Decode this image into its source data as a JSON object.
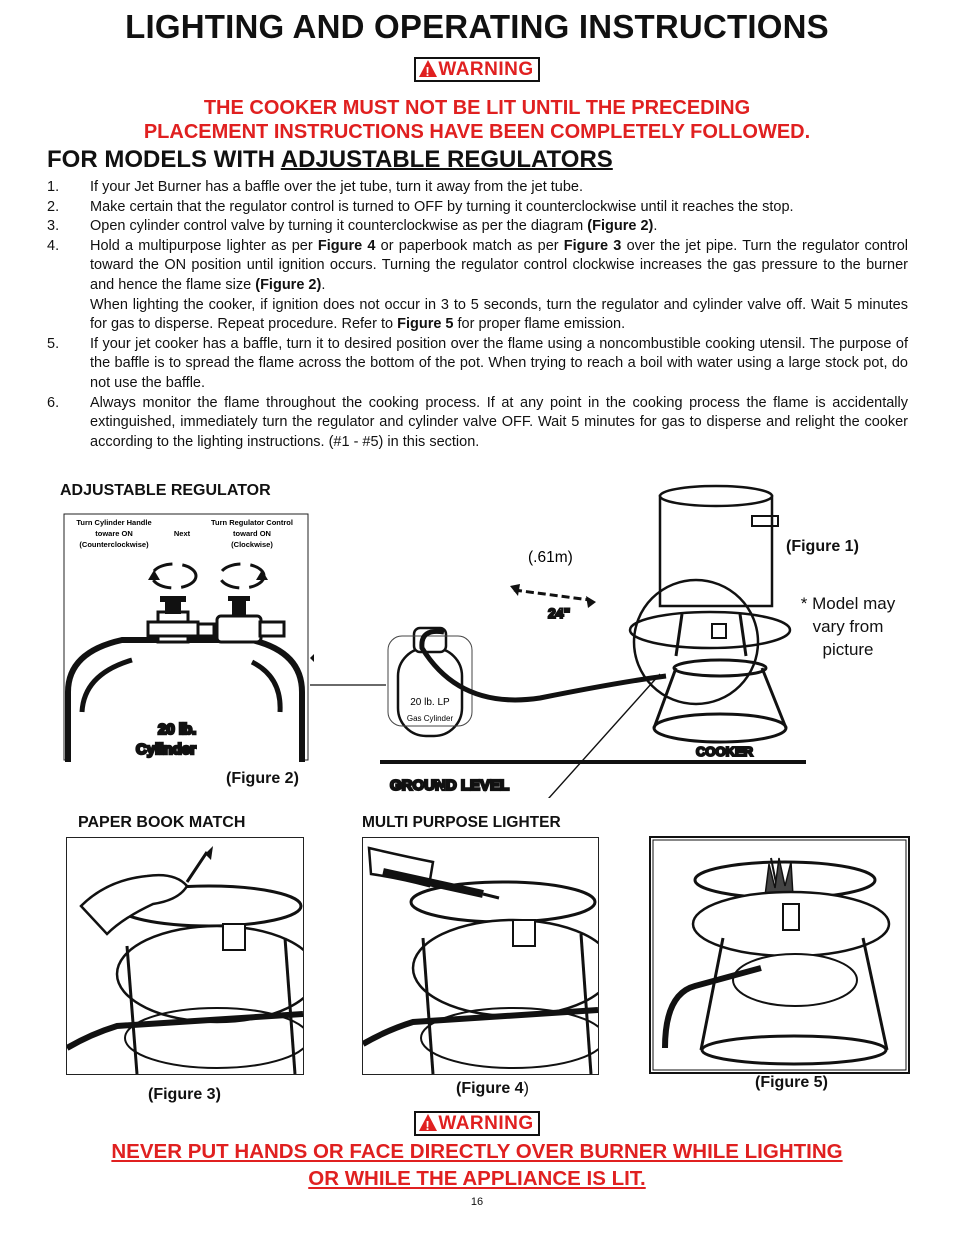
{
  "title": "LIGHTING AND OPERATING INSTRUCTIONS",
  "warning_label": "WARNING",
  "red_notice": [
    "THE COOKER MUST NOT BE LIT UNTIL THE PRECEDING",
    "PLACEMENT INSTRUCTIONS HAVE BEEN COMPLETELY FOLLOWED."
  ],
  "section_heading_prefix": "FOR MODELS WITH ",
  "section_heading_underlined": "ADJUSTABLE REGULATORS",
  "steps": [
    {
      "num": "1.",
      "text": "If your Jet Burner has a baffle over the jet tube, turn it away from the jet tube."
    },
    {
      "num": "2.",
      "text": "Make certain that the regulator control is turned to OFF by turning it counterclockwise until it reaches the stop."
    },
    {
      "num": "3.",
      "text_a": "Open cylinder control valve by turning it counterclockwise as per the diagram ",
      "bold_a": "(Figure 2)",
      "text_b": "."
    },
    {
      "num": "4.",
      "text_a": "Hold a multipurpose lighter as per ",
      "bold_a": "Figure 4",
      "text_b": " or paperbook match as per ",
      "bold_b": "Figure 3",
      "text_c": " over the jet pipe. Turn the regulator control toward the ON position until ignition occurs. Turning the regulator control clockwise increases the gas pressure to the burner and hence the flame size ",
      "bold_c": "(Figure 2)",
      "text_d": ".",
      "para2_a": "When lighting the cooker, if ignition does not occur in 3 to 5 seconds, turn the regulator and cylinder valve off. Wait 5 minutes for gas to disperse. Repeat procedure. Refer to ",
      "para2_bold": "Figure 5",
      "para2_b": " for proper flame emission."
    },
    {
      "num": "5.",
      "text": "If your jet cooker has a baffle, turn it to desired position over the flame using a noncombustible cooking utensil. The purpose of the baffle is to spread the flame across the bottom of the pot. When trying to reach a boil with water using a large stock pot, do not use the baffle."
    },
    {
      "num": "6.",
      "text": "Always monitor the flame throughout the cooking process. If at any point in the cooking process the flame is accidentally extinguished, immediately turn the regulator and cylinder valve OFF. Wait 5 minutes for gas to disperse and relight the cooker according to the lighting instructions. (#1 - #5) in this section."
    }
  ],
  "regulator_figure": {
    "heading": "ADJUSTABLE REGULATOR",
    "step_left": [
      "Turn Cylinder Handle",
      "toware ON",
      "(Counterclockwise)"
    ],
    "step_mid": "Next",
    "step_right": [
      "Turn Regulator Control",
      "toward ON",
      "(Clockwise)"
    ],
    "cylinder_text": [
      "20 lb.",
      "Cylinder"
    ],
    "caption": "(Figure 2)"
  },
  "setup_figure": {
    "distance_metric": "(.61m)",
    "distance_imperial": "24\"",
    "caption": "(Figure 1)",
    "note": [
      "* Model may",
      "vary from",
      "picture"
    ],
    "tank_label": [
      "20 lb. LP",
      "Gas Cylinder"
    ],
    "cooker_label": "COOKER",
    "ground_label": "GROUND LEVEL"
  },
  "fig3": {
    "heading": "PAPER BOOK MATCH",
    "caption": "(Figure 3)"
  },
  "fig4": {
    "heading": "MULTI PURPOSE LIGHTER",
    "caption_bold": "(Figure 4",
    "caption_tail": ")"
  },
  "fig5": {
    "caption": "(Figure 5)"
  },
  "bottom_warning": [
    "NEVER PUT HANDS OR FACE DIRECTLY OVER BURNER WHILE LIGHTING",
    "OR WHILE THE APPLIANCE IS LIT."
  ],
  "page_number": "16",
  "colors": {
    "warning_red": "#e02020",
    "ink": "#111111"
  }
}
